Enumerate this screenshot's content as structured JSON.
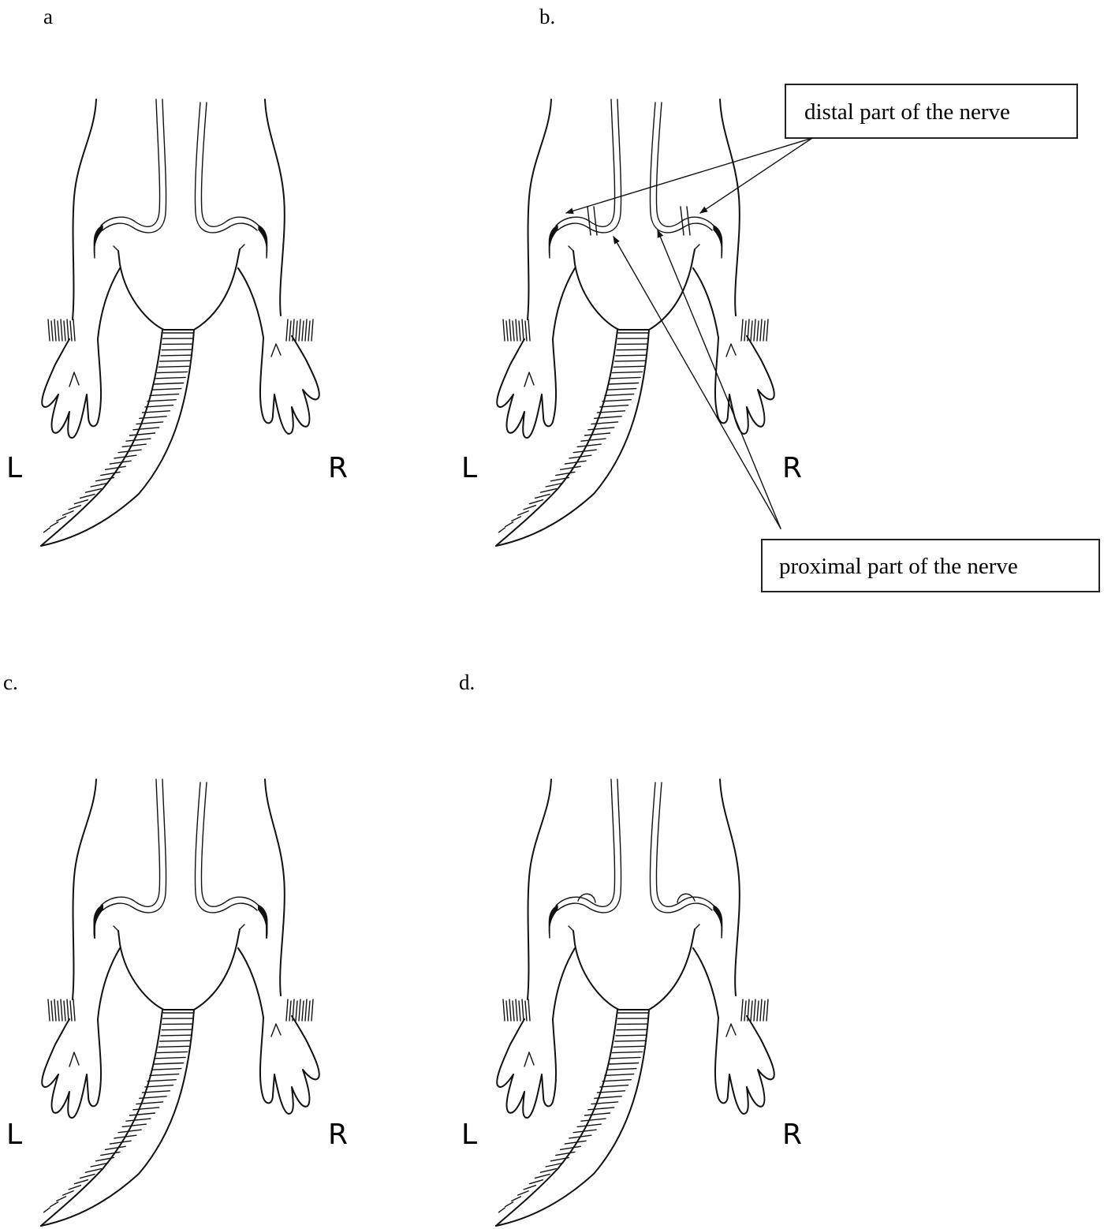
{
  "panels": [
    {
      "id": "a",
      "letter": "a",
      "left_side": "L",
      "right_side": "R",
      "nerve_state": "intact"
    },
    {
      "id": "b",
      "letter": "b.",
      "left_side": "L",
      "right_side": "R",
      "nerve_state": "transected"
    },
    {
      "id": "c",
      "letter": "c.",
      "left_side": "L",
      "right_side": "R",
      "nerve_state": "dark-end"
    },
    {
      "id": "d",
      "letter": "d.",
      "left_side": "L",
      "right_side": "R",
      "nerve_state": "rejoined"
    }
  ],
  "callouts": {
    "distal": "distal part of the nerve",
    "proximal": "proximal part of the nerve"
  },
  "colors": {
    "ink": "#111111",
    "background": "#ffffff"
  }
}
